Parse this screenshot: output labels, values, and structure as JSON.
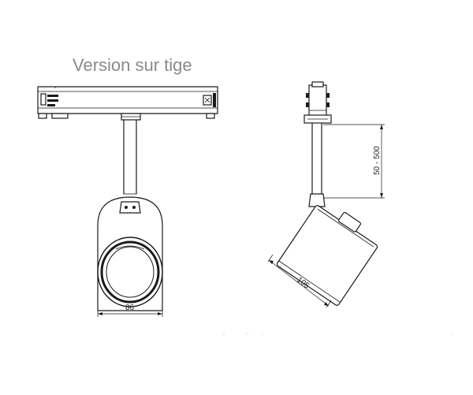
{
  "title": "Version sur tige",
  "dimensions": {
    "width": "86",
    "height_range": "50 - 500",
    "length": "105"
  },
  "colors": {
    "title": "#8a8a8a",
    "line": "#1a1a1a",
    "background": "#ffffff"
  }
}
